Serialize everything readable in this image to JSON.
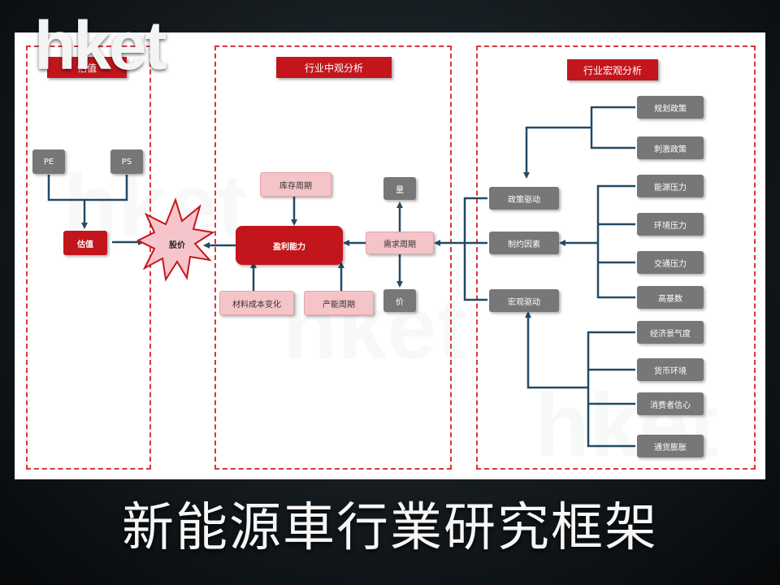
{
  "logo": "hket",
  "caption": "新能源車行業研究框架",
  "sections": {
    "left_title": "估值",
    "middle_title": "行业中观分析",
    "right_title": "行业宏观分析"
  },
  "left": {
    "pe": "PE",
    "ps": "PS",
    "valuation": "估值",
    "stock_price": "股价"
  },
  "middle": {
    "inventory_cycle": "库存周期",
    "profitability": "盈利能力",
    "material_cost": "材料成本变化",
    "capacity_cycle": "产能周期",
    "demand_cycle": "需求周期",
    "volume": "量",
    "price": "价"
  },
  "right": {
    "policy_driver": "政策驱动",
    "constraints": "制约因素",
    "macro_driver": "宏观驱动",
    "planning_policy": "规划政策",
    "stimulus_policy": "刺激政策",
    "energy_pressure": "能源压力",
    "environment_pressure": "环境压力",
    "traffic_pressure": "交通压力",
    "high_base": "高基数",
    "economic_sentiment": "经济景气度",
    "monetary_environment": "货币环境",
    "consumer_confidence": "消费者信心",
    "inflation": "通货膨胀"
  },
  "colors": {
    "accent_red": "#c3161c",
    "node_gray": "#777777",
    "node_pink": "#f4c4c8",
    "connector_blue": "#244a66"
  }
}
